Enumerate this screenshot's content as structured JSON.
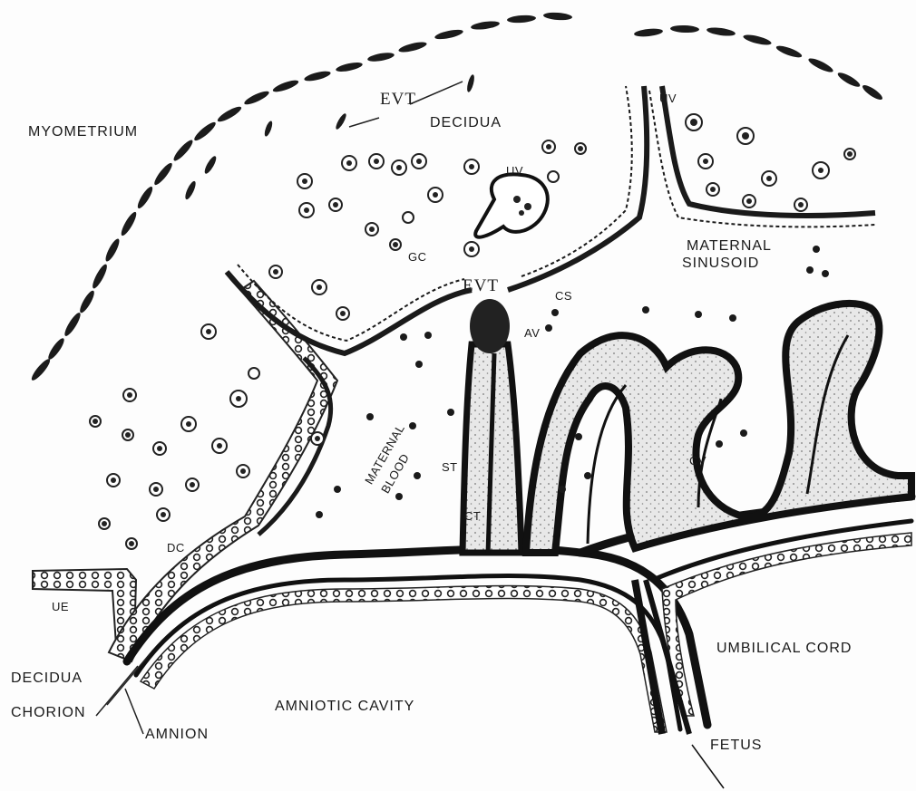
{
  "diagram": {
    "labels": {
      "myometrium": "MYOMETRIUM",
      "evt_top": "EVT",
      "decidua_top": "DECIDUA",
      "uv_center": "UV",
      "uv_right": "UV",
      "gc": "GC",
      "evt_center": "EVT",
      "cs": "CS",
      "av": "AV",
      "maternal_sinusoid_line1": "MATERNAL",
      "maternal_sinusoid_line2": "SINUSOID",
      "maternal_blood_line1": "MATERNAL",
      "maternal_blood_line2": "BLOOD",
      "st": "ST",
      "ct": "CT",
      "cv": "CV",
      "dc": "DC",
      "ue": "UE",
      "decidua_bottom": "DECIDUA",
      "chorion": "CHORION",
      "amnion": "AMNION",
      "amniotic_cavity": "AMNIOTIC  CAVITY",
      "umbilical_cord": "UMBILICAL  CORD",
      "fetus": "FETUS"
    }
  }
}
